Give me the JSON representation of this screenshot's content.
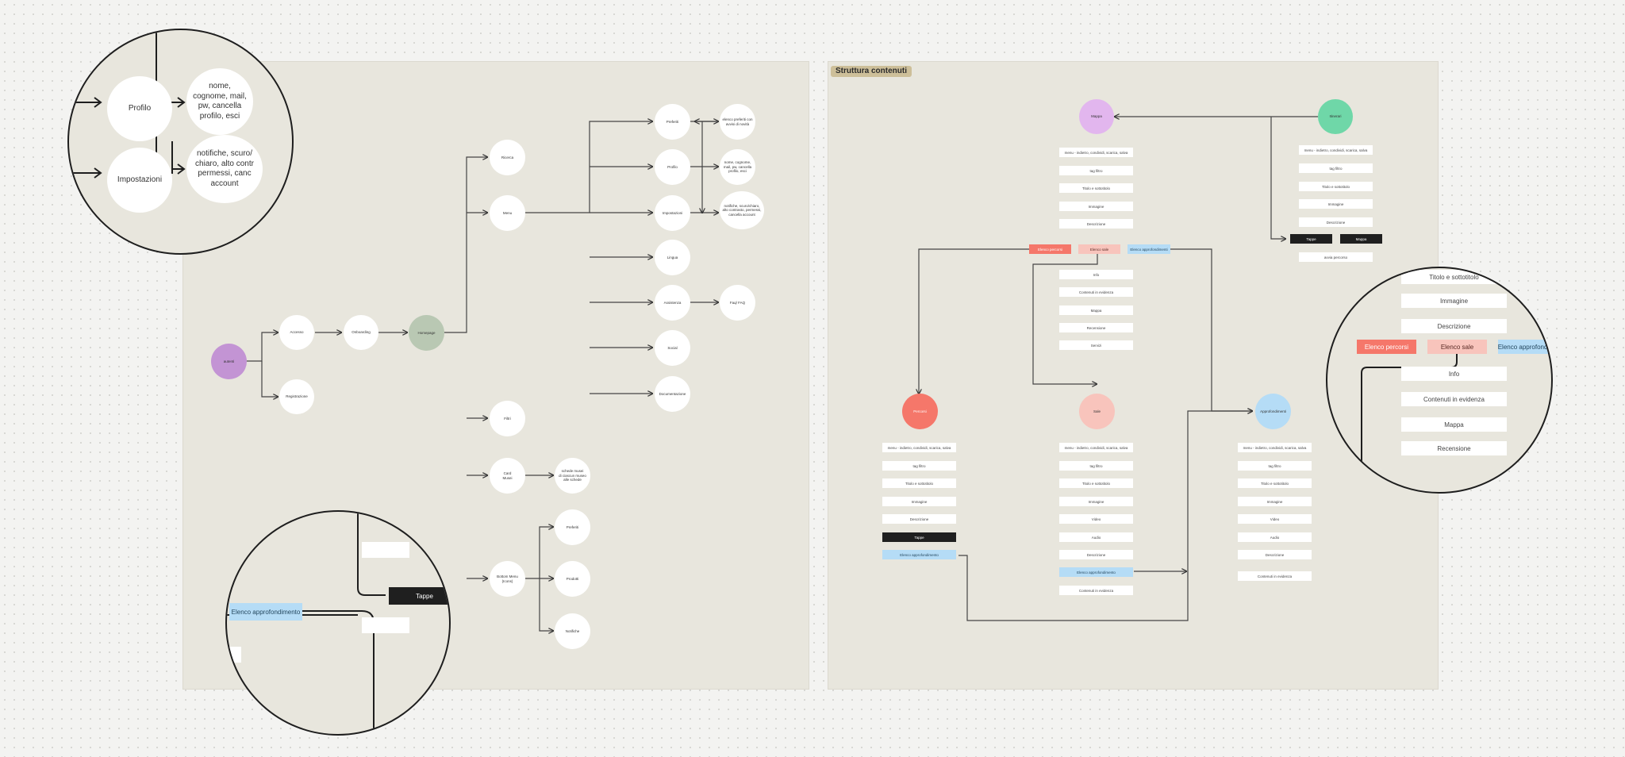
{
  "frame_right": {
    "title": "Struttura contenuti"
  },
  "flow": {
    "start": "autenti",
    "accesso": "Accesso",
    "registrazione": "Registrazione",
    "onboarding": "Onboarding",
    "homepage": "Homepage",
    "ricerca": "Ricerca",
    "menu": "Menu",
    "filtri": "Filtri",
    "card_musei": "Card\nMusei",
    "schede_musei": "schede musei\ndi ciascun museo\nalle schede",
    "bottom_menu": "Bottom Menu\n(Icons)",
    "preferiti": "Preferiti",
    "prodotti": "Prodotti",
    "notifiche": "Notifiche",
    "menu_items": [
      "Preferiti",
      "Profilo",
      "Impostazioni",
      "Lingua",
      "Assistenza",
      "Social",
      "Documentazione"
    ],
    "menu_details": [
      "elenco preferiti con avvisi di novità",
      "nome, cognome, mail, pw, cancella profilo, esci",
      "notifiche, scuro/chiaro, alto contrasto, permessi, cancella account"
    ],
    "faq": "Faq/ FAQ"
  },
  "content": {
    "top_nodes": [
      "Mappa",
      "Itinerari"
    ],
    "section_nodes": [
      "Percorsi",
      "Sale",
      "Approfondimenti"
    ],
    "common_fields": [
      "menu - indietro, condividi, scarica, salva",
      "tag filtro",
      "Titolo e sottotitolo",
      "Immagine",
      "Descrizione"
    ],
    "mappa_links": [
      "Elenco percorsi",
      "Elenco sale",
      "Elenco approfondimenti"
    ],
    "sale_info": [
      "Info",
      "Contenuti in evidenza",
      "Mappa",
      "Recensione",
      "Servizi"
    ],
    "percorsi_fields": [
      "menu - indietro, condividi, scarica, salva",
      "tag filtro",
      "Titolo e sottotitolo",
      "Immagine",
      "Descrizione",
      "Tappe",
      "Elenco approfondimento"
    ],
    "sale_fields": [
      "menu - indietro, condividi, scarica, salva",
      "tag filtro",
      "Titolo e sottotitolo",
      "Immagine",
      "Video",
      "Audio",
      "Descrizione",
      "Elenco approfondimento",
      "Contenuti in evidenza"
    ],
    "appro_fields": [
      "menu - indietro, condividi, scarica, salva",
      "tag filtro",
      "Titolo e sottotitolo",
      "Immagine",
      "Video",
      "Audio",
      "Descrizione",
      "Contenuti in evidenza"
    ],
    "itinerari_fields": [
      "menu - indietro, condividi, scarica, salva",
      "tag filtro",
      "Titolo e sottotitolo",
      "Immagine",
      "Descrizione"
    ],
    "itinerari_buttons": [
      "Tappe",
      "Mappa"
    ],
    "itinerari_extra": "avvia percorso"
  },
  "lens_tl": {
    "profilo": "Profilo",
    "impostazioni": "Impostazioni",
    "profilo_desc": "nome,\ncognome, mail,\npw, cancella\nprofilo, esci",
    "imp_desc": "notifiche, scuro/\nchiaro, alto contr\npermessi, canc\naccount"
  },
  "lens_bl": {
    "tappe": "Tappe",
    "elenco": "Elenco approfondimento"
  },
  "lens_r": {
    "fields": [
      "Titolo e sottotitolo",
      "Immagine",
      "Descrizione"
    ],
    "links": [
      "Elenco percorsi",
      "Elenco sale",
      "Elenco approfondime"
    ],
    "info": [
      "Info",
      "Contenuti in evidenza",
      "Mappa",
      "Recensione"
    ]
  },
  "colors": {
    "frame": "#e8e6dd",
    "start": "#c394d4",
    "homepage": "#b9c8b3",
    "mappa": "#e2b6ee",
    "itinerari": "#6fd7a8",
    "percorsi": "#f5776a",
    "sale": "#f8c4bc",
    "appro": "#b5dcf6",
    "dark": "#1f1f1f"
  }
}
